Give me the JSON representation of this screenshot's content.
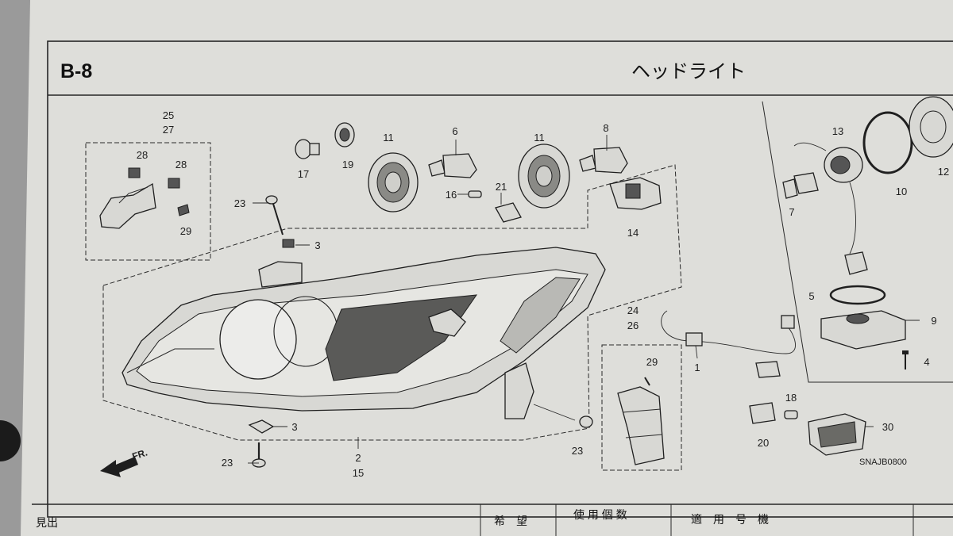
{
  "section": {
    "code": "B-8",
    "title": "ヘッドライト"
  },
  "diagram_code": "SNAJB0800",
  "front_arrow": "FR.",
  "callouts": {
    "c25": "25",
    "c27": "27",
    "c28a": "28",
    "c28b": "28",
    "c29a": "29",
    "c17": "17",
    "c19": "19",
    "c11a": "11",
    "c6": "6",
    "c16": "16",
    "c11b": "11",
    "c21": "21",
    "c8": "8",
    "c14": "14",
    "c23a": "23",
    "c3a": "3",
    "c3b": "3",
    "c23b": "23",
    "c2": "2",
    "c15": "15",
    "c24": "24",
    "c26": "26",
    "c29b": "29",
    "c23c": "23",
    "c1": "1",
    "c18": "18",
    "c20": "20",
    "c30": "30",
    "c13": "13",
    "c10": "10",
    "c12": "12",
    "c7": "7",
    "c5": "5",
    "c9": "9",
    "c4": "4"
  },
  "table_header": {
    "name": "見出",
    "request": "希　望",
    "quantity": "使 用 個 数",
    "applicable": "適　用　号　機"
  }
}
